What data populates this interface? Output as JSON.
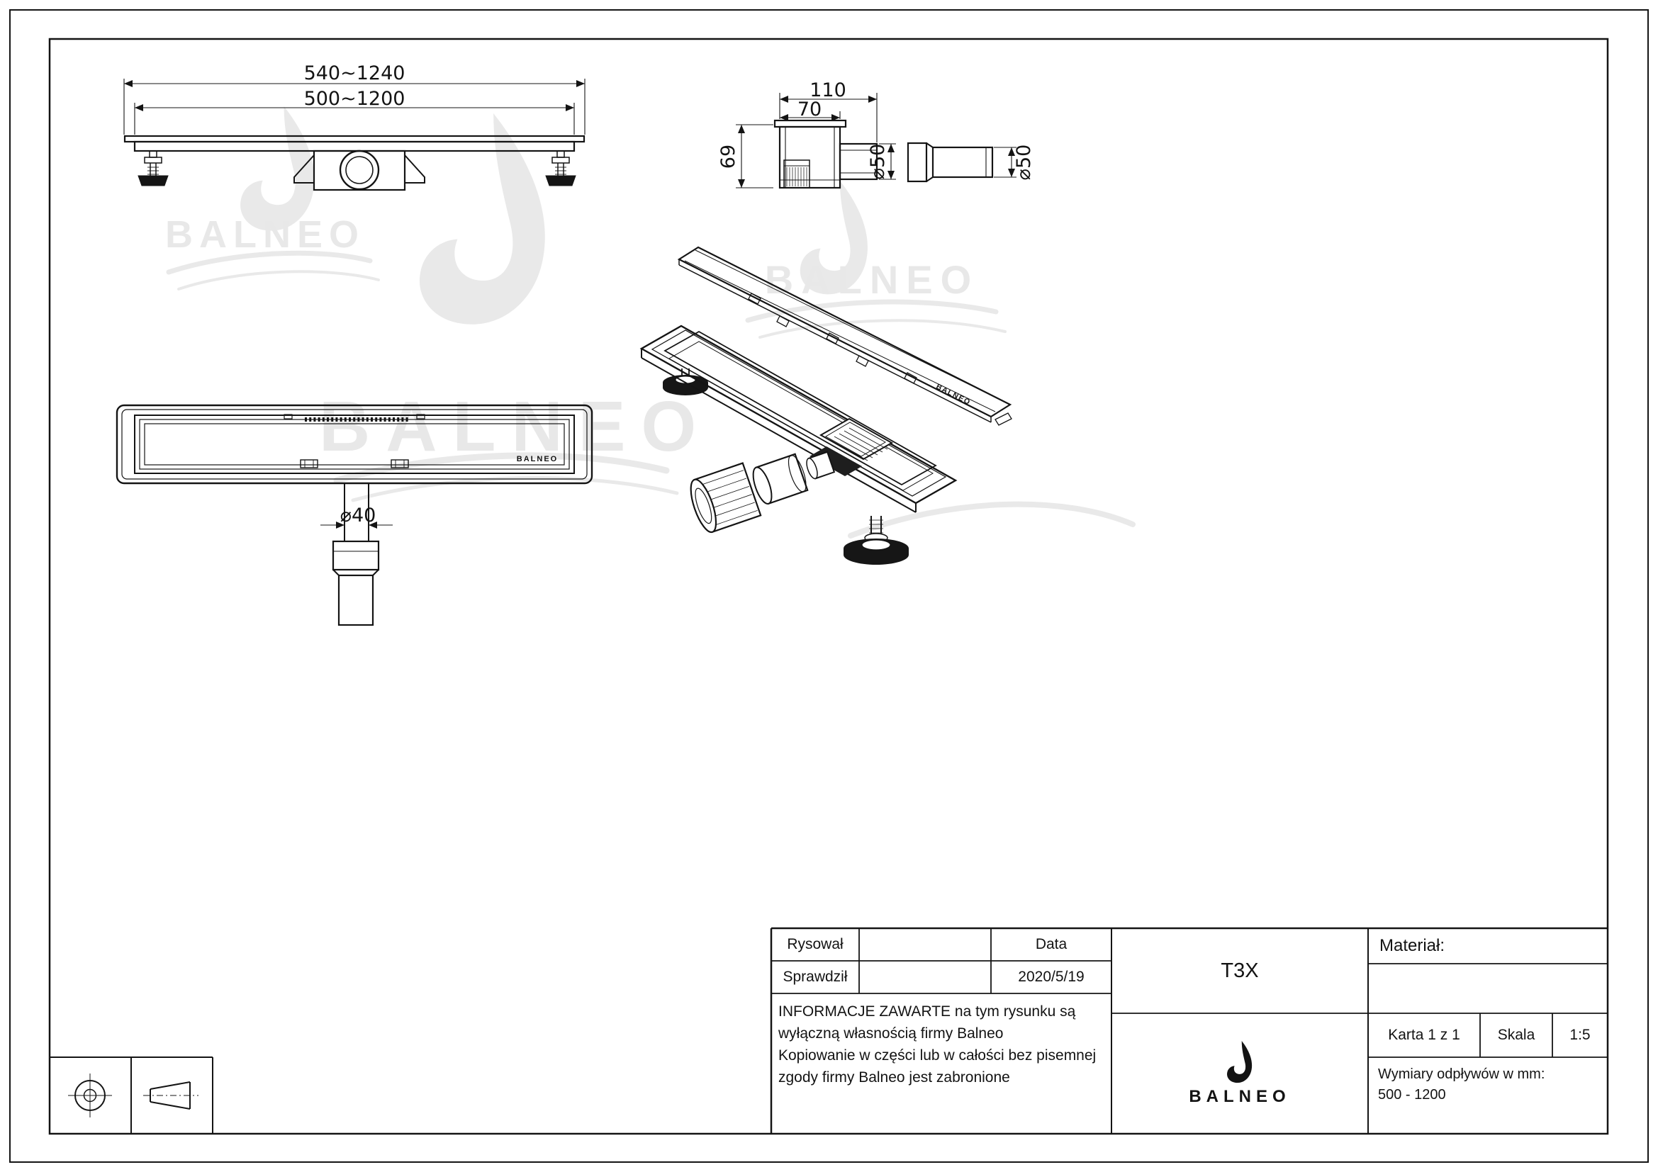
{
  "brand": {
    "watermark_text": "BALNEO",
    "logo_text": "BALNEO"
  },
  "views": {
    "front": {
      "dim_overall": "540~1240",
      "dim_inner": "500~1200"
    },
    "side": {
      "dim_width_total": "110",
      "dim_width_body": "70",
      "dim_height": "69",
      "dim_outlet": "⌀50",
      "dim_pipe": "⌀50"
    },
    "plan": {
      "dim_bottom_outlet": "⌀40",
      "brand_mark": "BALNEO"
    },
    "iso": {
      "brand_mark": "BALNEO"
    }
  },
  "titleblock": {
    "drawn_label": "Rysował",
    "checked_label": "Sprawdził",
    "date_label": "Data",
    "date_value": "2020/5/19",
    "info_lines": [
      "INFORMACJE ZAWARTE na tym rysunku są",
      "wyłączną własnością firmy Balneo",
      "Kopiowanie w części lub w całości bez pisemnej",
      "zgody firmy Balneo jest zabronione"
    ],
    "model": "T3X",
    "material_label": "Materiał:",
    "sheet_label": "Karta 1 z 1",
    "scale_label": "Skala",
    "scale_value": "1:5",
    "dims_note_line1": "Wymiary odpływów w mm:",
    "dims_note_line2": "500 - 1200"
  }
}
